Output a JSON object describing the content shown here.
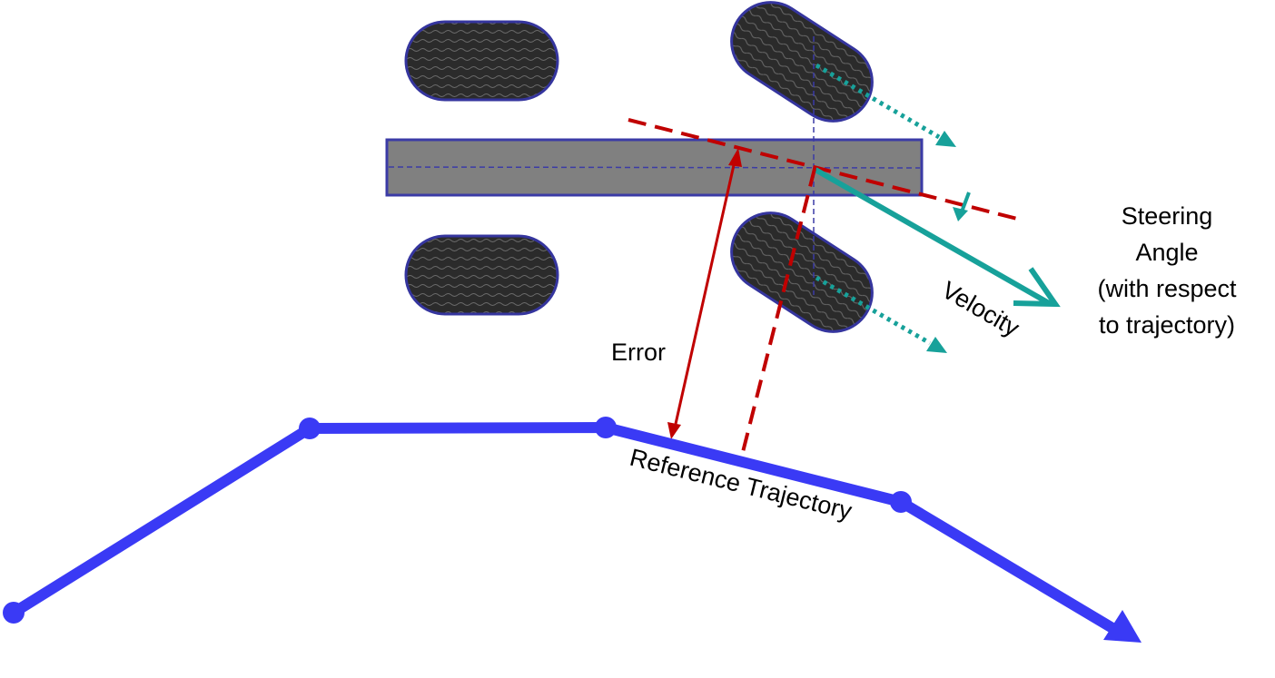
{
  "labels": {
    "steering_line1": "Steering",
    "steering_line2": "Angle",
    "steering_line3": "(with respect",
    "steering_line4": "to trajectory)",
    "velocity": "Velocity",
    "error": "Error",
    "reference_trajectory": "Reference Trajectory"
  },
  "colors": {
    "trajectory": "#3a3af5",
    "error": "#c00000",
    "velocity": "#17a19a",
    "chassis_fill": "#808080",
    "chassis_stroke": "#3b3ba6",
    "wheel_fill": "#2b2b2b",
    "wheel_stroke": "#35359e"
  }
}
